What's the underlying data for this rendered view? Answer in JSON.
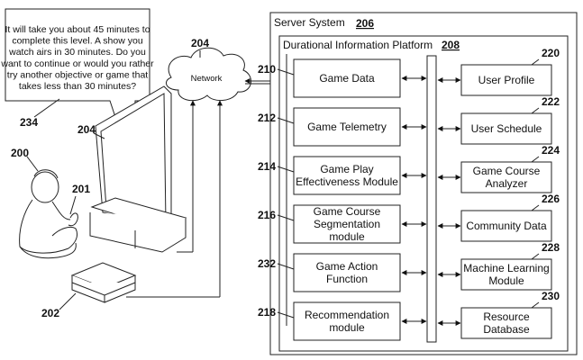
{
  "speech_bubble": {
    "lines": [
      "It will take you about 45 minutes to",
      "complete this level.  A show you",
      "watch airs in 30 minutes.  Do you",
      "want to continue or would you rather",
      "try another objective or game that",
      "takes less than 30 minutes?"
    ],
    "ref": "234"
  },
  "network": {
    "label": "Network",
    "ref": "204"
  },
  "refs": {
    "user": "200",
    "controller": "201",
    "display": "204",
    "console": "202"
  },
  "server": {
    "title": "Server System",
    "ref": "206",
    "platform": {
      "title": "Durational Information Platform",
      "ref": "208"
    }
  },
  "left_modules": [
    {
      "ref": "210",
      "lines": [
        "Game Data"
      ]
    },
    {
      "ref": "212",
      "lines": [
        "Game Telemetry"
      ]
    },
    {
      "ref": "214",
      "lines": [
        "Game Play",
        "Effectiveness Module"
      ]
    },
    {
      "ref": "216",
      "lines": [
        "Game Course",
        "Segmentation",
        "module"
      ]
    },
    {
      "ref": "232",
      "lines": [
        "Game Action",
        "Function"
      ]
    },
    {
      "ref": "218",
      "lines": [
        "Recommendation",
        "module"
      ]
    }
  ],
  "right_modules": [
    {
      "ref": "220",
      "lines": [
        "User Profile"
      ]
    },
    {
      "ref": "222",
      "lines": [
        "User Schedule"
      ]
    },
    {
      "ref": "224",
      "lines": [
        "Game Course",
        "Analyzer"
      ]
    },
    {
      "ref": "226",
      "lines": [
        "Community Data"
      ]
    },
    {
      "ref": "228",
      "lines": [
        "Machine Learning",
        "Module"
      ]
    },
    {
      "ref": "230",
      "lines": [
        "Resource",
        "Database"
      ]
    }
  ]
}
